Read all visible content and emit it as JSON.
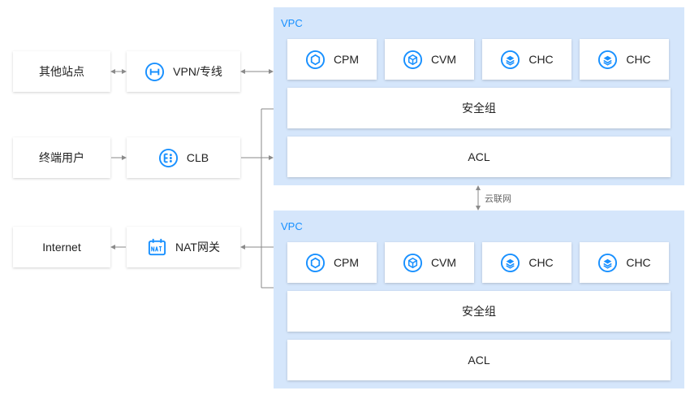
{
  "left_nodes": {
    "other_sites": "其他站点",
    "vpn": "VPN/专线",
    "end_users": "终端用户",
    "clb": "CLB",
    "internet": "Internet",
    "nat": "NAT网关"
  },
  "vpc_top": {
    "label": "VPC",
    "services": [
      "CPM",
      "CVM",
      "CHC",
      "CHC"
    ],
    "security_group": "安全组",
    "acl": "ACL"
  },
  "vpc_bottom": {
    "label": "VPC",
    "services": [
      "CPM",
      "CVM",
      "CHC",
      "CHC"
    ],
    "security_group": "安全组",
    "acl": "ACL"
  },
  "connector": {
    "label": "云联网"
  },
  "colors": {
    "vpc_bg": "#d5e6fb",
    "accent": "#1890ff",
    "line": "#8a8a8a"
  },
  "icons": [
    "vpn-icon",
    "clb-icon",
    "nat-icon",
    "cpm-icon",
    "cvm-icon",
    "chc-icon"
  ]
}
